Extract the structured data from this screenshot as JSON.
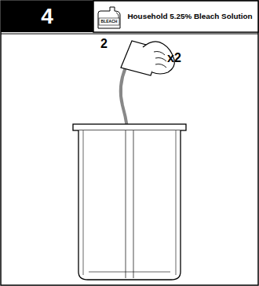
{
  "diagram": {
    "nodes": [
      {
        "text": [
          "4"
        ]
      },
      {
        "text": [
          "Household 5.25% Bleach Solution"
        ]
      }
    ],
    "labels": [
      "BLEACH",
      "2",
      "x2"
    ]
  }
}
